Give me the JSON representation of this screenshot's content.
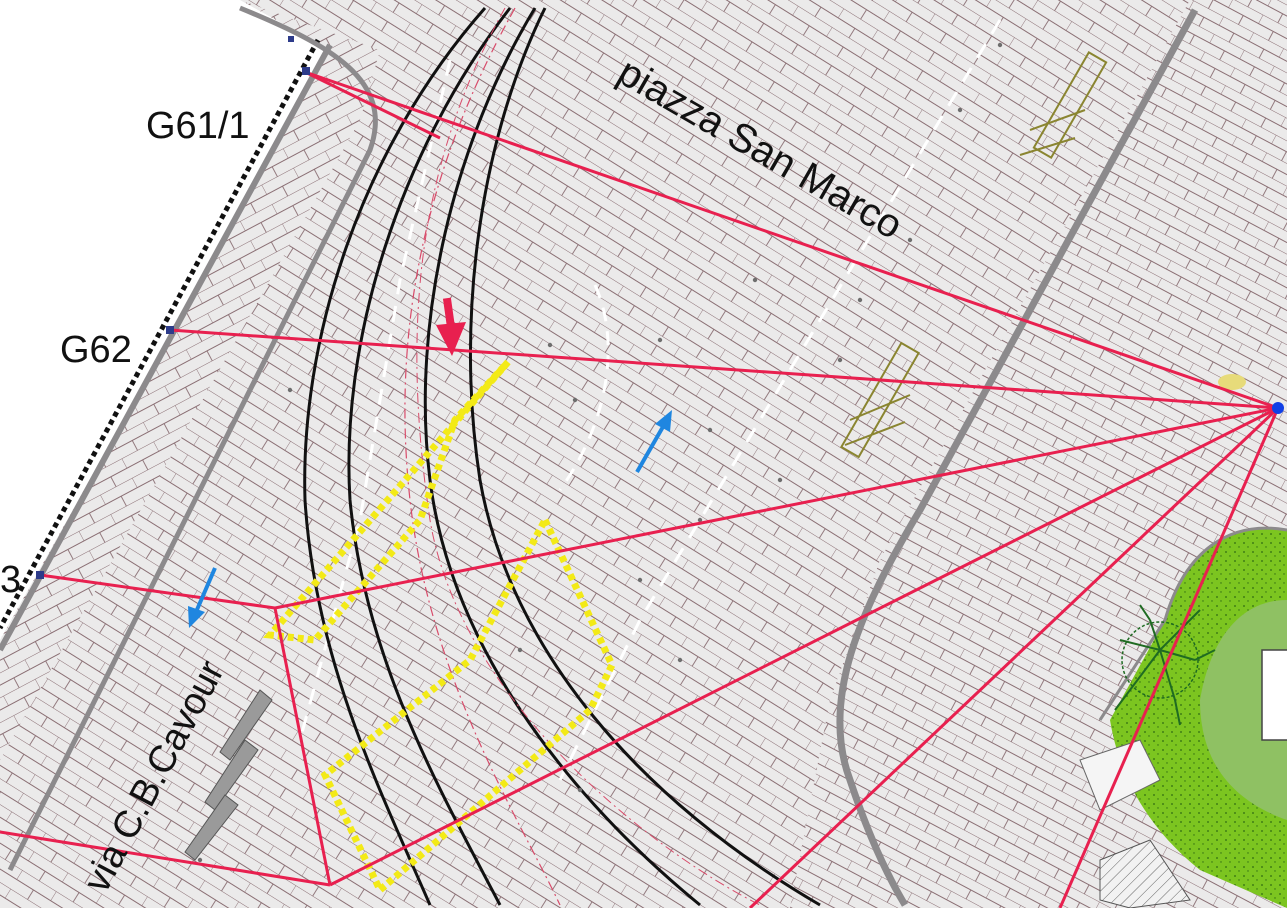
{
  "map": {
    "streets": {
      "piazza": "piazza San Marco",
      "via": "via C.B.Cavour"
    },
    "pole_labels": {
      "g61": "G61/1",
      "g62": "G62",
      "g63": "3"
    },
    "colors": {
      "paving_fill": "#e9e8e8",
      "paving_line": "#8a6e73",
      "sightline_red": "#e8204f",
      "marking_yellow": "#f3ea16",
      "rail_black": "#111111",
      "flow_arrow_blue": "#1f86e0",
      "camera_point_blue": "#1140e6",
      "garden_green": "#7cc520",
      "lawn_green": "#8fc163",
      "kerb_gray": "#8c8a8c"
    },
    "icons": [
      "down-arrow-marker-icon",
      "flow-arrow-icon",
      "camera-point-icon",
      "tree-icon",
      "bench-icon"
    ]
  }
}
